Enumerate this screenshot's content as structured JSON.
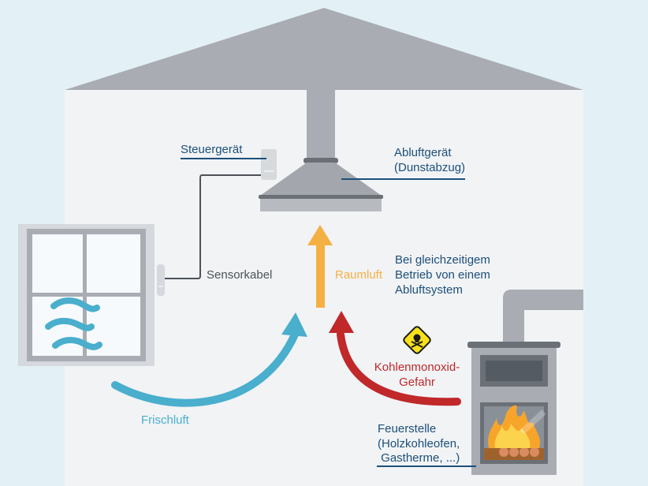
{
  "diagram": {
    "labels": {
      "controller": "Steuergerät",
      "exhaust_device_line1": "Abluftgerät",
      "exhaust_device_line2": "(Dunstabzug)",
      "sensor_cable": "Sensorkabel",
      "room_air": "Raumluft",
      "note_line1": "Bei gleichzeitigem",
      "note_line2": "Betrieb von einem",
      "note_line3": "Abluftsystem",
      "co_danger_line1": "Kohlenmonoxid-",
      "co_danger_line2": "Gefahr",
      "fresh_air": "Frischluft",
      "fireplace_line1": "Feuerstelle",
      "fireplace_line2": "(Holzkohleofen,",
      "fireplace_line3": " Gastherme, ...)"
    },
    "icons": {
      "warning": "skull-warning-icon",
      "fresh_air_waves": "air-waves-icon"
    },
    "colors": {
      "background": "#e3f0f6",
      "wall": "#f1f3f5",
      "roof": "#a9adb3",
      "label_blue": "#1d4f7a",
      "fresh_air": "#4aaecd",
      "room_air": "#f5b043",
      "co_danger": "#c0282a",
      "warning_yellow": "#f7e11a"
    }
  }
}
